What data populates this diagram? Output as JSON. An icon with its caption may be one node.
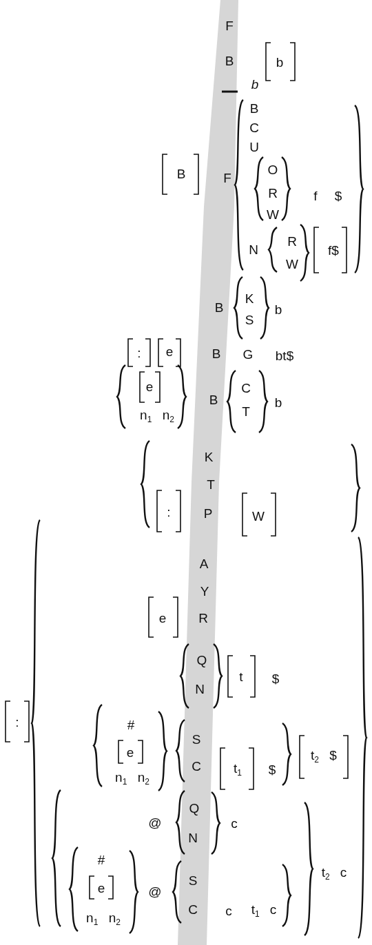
{
  "diagram": {
    "labels": [
      "F",
      "B",
      "b",
      "b",
      "B",
      "C",
      "U",
      "B",
      "F",
      "O",
      "R",
      "f",
      "$",
      "W",
      "N",
      "R",
      "f$",
      "W",
      "K",
      "B",
      "b",
      "S",
      ":",
      "e",
      "B",
      "G",
      "bt$",
      "e",
      "C",
      "B",
      "b",
      "n$_{1}$ n$_{2}$",
      "T",
      "K",
      "T",
      ":",
      "P",
      "W",
      "A",
      "Y",
      "e",
      "R",
      "Q",
      "t",
      "$",
      "N",
      ":",
      "#",
      "S",
      "t$_{2}$ $",
      "e",
      "C",
      "t$_{1}$",
      "$",
      "n$_{1}$ n$_{2}$",
      "Q",
      "@",
      "c",
      "N",
      "#",
      "t$_{2}$ c",
      "S",
      "e",
      "@",
      "C",
      "c",
      "t$_{1}$ c",
      "n$_{1}$ n$_{2}$"
    ]
  }
}
